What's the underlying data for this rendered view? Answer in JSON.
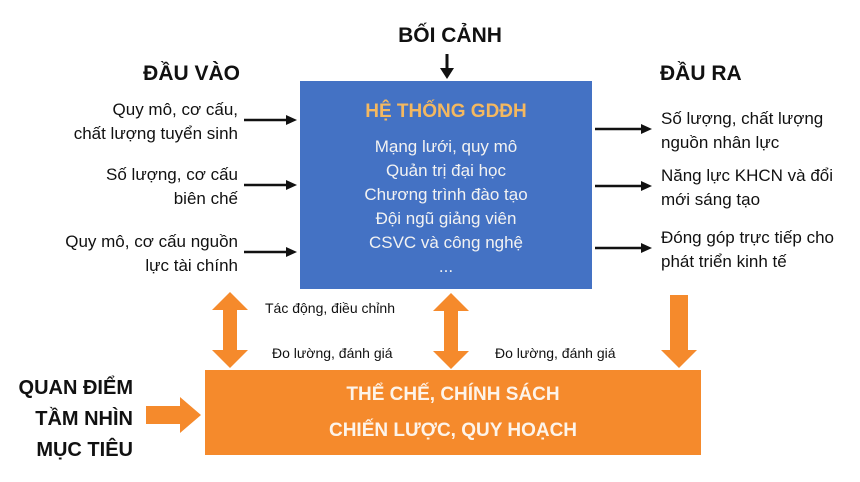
{
  "context": {
    "label": "BỐI CẢNH"
  },
  "inputs": {
    "heading": "ĐẦU VÀO",
    "items": [
      {
        "line1": "Quy mô, cơ cấu,",
        "line2": "chất lượng tuyển sinh"
      },
      {
        "line1": "Số lượng, cơ cấu",
        "line2": "biên chế"
      },
      {
        "line1": "Quy mô, cơ cấu nguồn",
        "line2": "lực tài chính"
      }
    ]
  },
  "system": {
    "title": "HỆ THỐNG GDĐH",
    "items": [
      "Mạng lưới, quy mô",
      "Quản trị đại học",
      "Chương trình đào tạo",
      "Đội ngũ giảng viên",
      "CSVC và công nghệ",
      "..."
    ]
  },
  "outputs": {
    "heading": "ĐẦU RA",
    "items": [
      {
        "line1": "Số lượng, chất lượng",
        "line2": "nguồn nhân lực"
      },
      {
        "line1": "Năng lực KHCN và đổi",
        "line2": "mới sáng tạo"
      },
      {
        "line1": "Đóng góp trực tiếp cho",
        "line2": "phát triển kinh tế"
      }
    ]
  },
  "feedback": {
    "impact_label": "Tác động, điều chỉnh",
    "measure_label_left": "Đo lường, đánh giá",
    "measure_label_right": "Đo lường, đánh giá"
  },
  "vision": {
    "lines": [
      "QUAN ĐIỂM",
      "TẦM NHÌN",
      "MỤC TIÊU"
    ]
  },
  "policy": {
    "line1": "THỂ CHẾ, CHÍNH SÁCH",
    "line2": "CHIẾN LƯỢC, QUY HOẠCH"
  },
  "colors": {
    "system_blue": "#4472c4",
    "system_title": "#f4b860",
    "policy_orange": "#f58a2c",
    "arrow_black": "#111111"
  }
}
